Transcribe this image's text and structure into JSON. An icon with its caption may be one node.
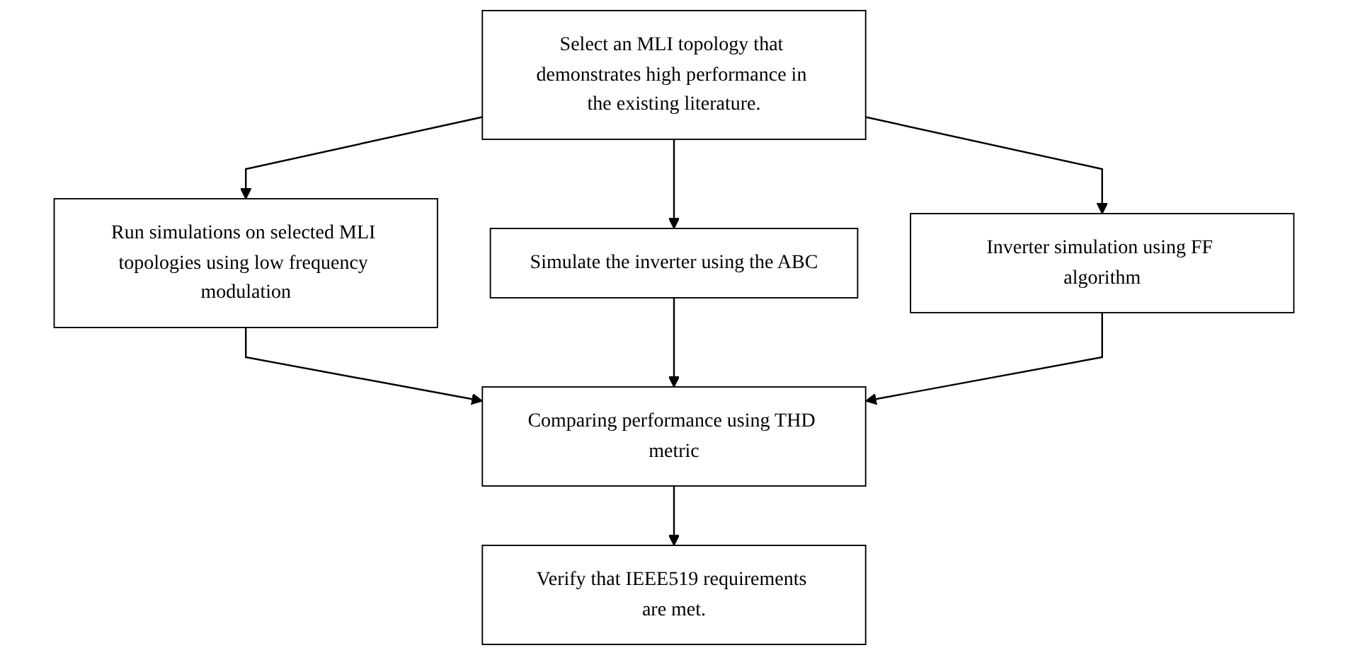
{
  "diagram": {
    "nodes": [
      {
        "text": [
          "Select an MLI topology that demonstrates high performance in the existing literature."
        ]
      },
      {
        "text": [
          "Run simulations on selected MLI topologies using low frequency modulation"
        ]
      },
      {
        "text": [
          "Simulate the inverter using the ABC"
        ]
      },
      {
        "text": [
          "Inverter simulation using FF algorithm"
        ]
      },
      {
        "text": [
          "Comparing performance using THD metric"
        ]
      },
      {
        "text": [
          "Verify that IEEE519 requirements are met."
        ]
      }
    ],
    "edges": [
      {
        "from": 0,
        "to": 1,
        "arrow": "to"
      },
      {
        "from": 0,
        "to": 2,
        "arrow": "to"
      },
      {
        "from": 0,
        "to": 3,
        "arrow": "to"
      },
      {
        "from": 1,
        "to": 4,
        "arrow": "to"
      },
      {
        "from": 2,
        "to": 4,
        "arrow": "to"
      },
      {
        "from": 3,
        "to": 4,
        "arrow": "to"
      },
      {
        "from": 4,
        "to": 5,
        "arrow": "to"
      }
    ]
  }
}
